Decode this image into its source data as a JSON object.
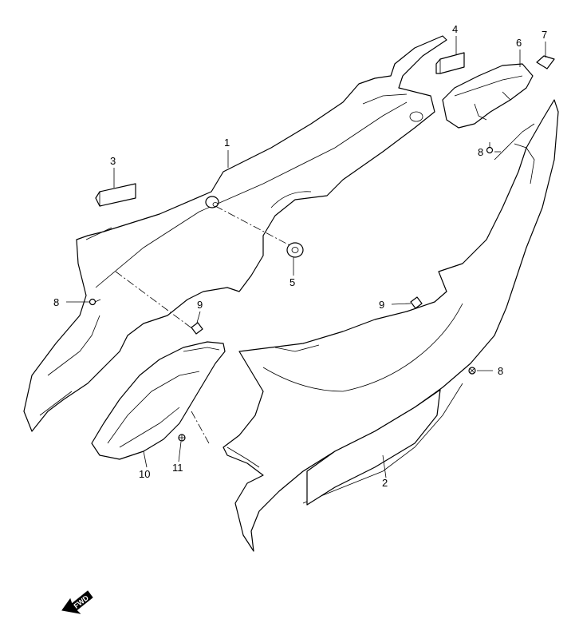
{
  "diagram": {
    "callouts": {
      "c1": "1",
      "c2": "2",
      "c3": "3",
      "c4": "4",
      "c5": "5",
      "c6": "6",
      "c7": "7",
      "c8a": "8",
      "c8b": "8",
      "c8c": "8",
      "c9a": "9",
      "c9b": "9",
      "c10": "10",
      "c11": "11"
    },
    "direction_label": "FWD"
  }
}
